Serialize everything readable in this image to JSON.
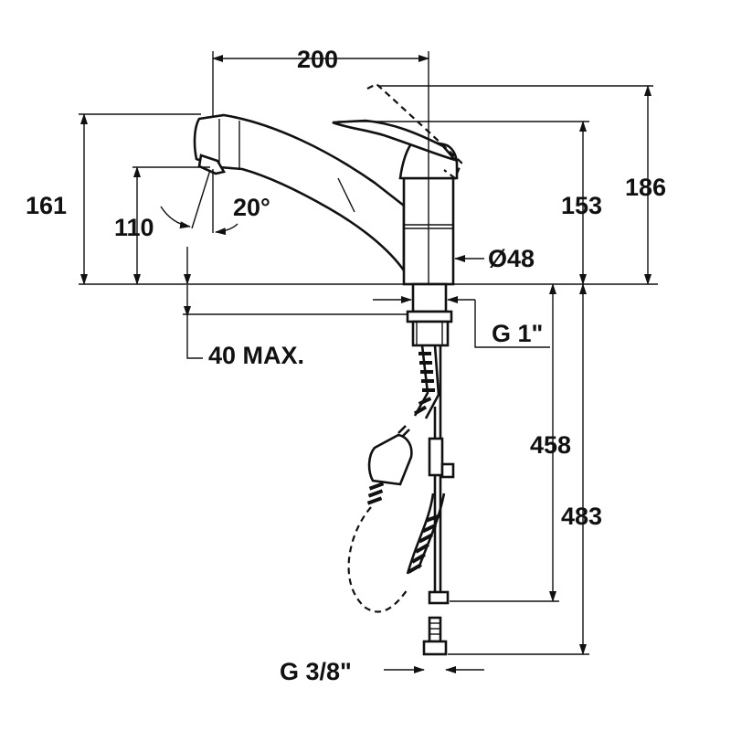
{
  "drawing": {
    "labels": {
      "width_200": "200",
      "height_161": "161",
      "height_110": "110",
      "angle_20": "20°",
      "height_153": "153",
      "height_186": "186",
      "diameter_48": "Ø48",
      "thread_g1": "G 1\"",
      "counter_40": "40 MAX.",
      "hose_458": "458",
      "hose_483": "483",
      "thread_g38": "G 3/8\""
    },
    "icons": [
      "arrow-icon",
      "thread-connector-icon",
      "hose-icon",
      "faucet-icon"
    ],
    "colors": {
      "ink": "#111111",
      "paper": "#ffffff"
    }
  }
}
